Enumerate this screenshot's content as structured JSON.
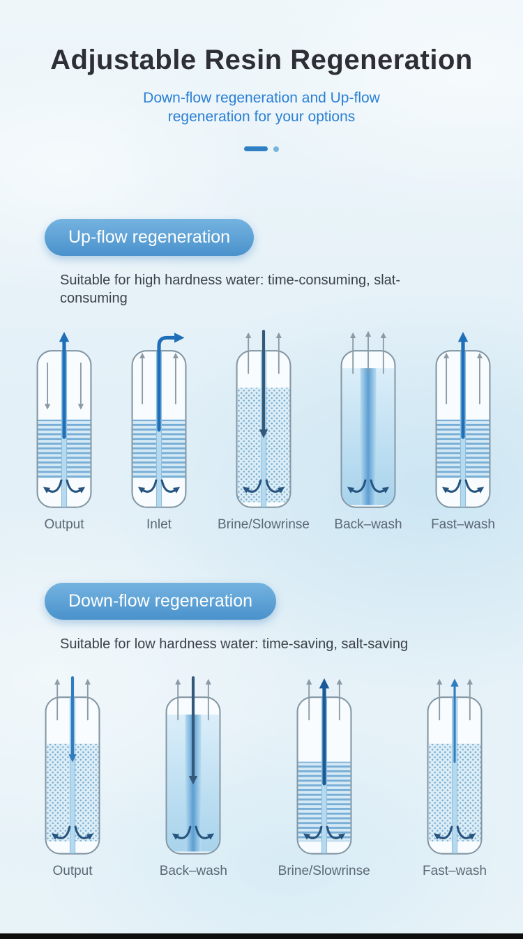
{
  "header": {
    "title": "Adjustable Resin Regeneration",
    "subtitle_line1": "Down-flow regeneration and Up-flow",
    "subtitle_line2": "regeneration for your options"
  },
  "sections": {
    "upflow": {
      "heading": "Up-flow regeneration",
      "description": "Suitable for high hardness water: time-consuming, slat-consuming",
      "tanks": [
        {
          "label": "Output",
          "bed": "stripes",
          "bedTop": 126,
          "bedBottom": 207,
          "tube": true,
          "centerArrow": "up-big",
          "sideArrows": "down",
          "bottomArrows": true
        },
        {
          "label": "Inlet",
          "bed": "stripes",
          "bedTop": 126,
          "bedBottom": 207,
          "tube": true,
          "centerArrow": "elbow",
          "sideArrows": "up",
          "bottomArrows": true
        },
        {
          "label": "Brine/Slowrinse",
          "bed": "dots",
          "bedTop": 82,
          "bedBottom": 240,
          "tube": true,
          "centerArrow": "down-dark",
          "sideArrows": "up-extend",
          "bottomArrows": true
        },
        {
          "label": "Back–wash",
          "bed": "gradient",
          "bedTop": 55,
          "bedBottom": 244,
          "tube": false,
          "centerArrow": "none",
          "sideArrows": "up-extend",
          "extraTopArrow": true,
          "bottomArrows": true
        },
        {
          "label": "Fast–wash",
          "bed": "stripes",
          "bedTop": 126,
          "bedBottom": 207,
          "tube": true,
          "centerArrow": "up-big",
          "sideArrows": "up",
          "bottomArrows": true
        }
      ]
    },
    "downflow": {
      "heading": "Down-flow regeneration",
      "description": "Suitable for low hardness water: time-saving, salt-saving",
      "tanks": [
        {
          "label": "Output",
          "bed": "dots",
          "bedTop": 95,
          "bedBottom": 230,
          "tube": true,
          "centerArrow": "down-blue",
          "sideArrows": "up-extend",
          "bottomArrows": true
        },
        {
          "label": "Back–wash",
          "bed": "gradient",
          "bedTop": 55,
          "bedBottom": 244,
          "tube": false,
          "centerArrow": "down-dark",
          "sideArrows": "up-extend",
          "bottomArrows": true
        },
        {
          "label": "Brine/Slowrinse",
          "bed": "stripes",
          "bedTop": 120,
          "bedBottom": 230,
          "tube": true,
          "centerArrow": "up-dark",
          "sideArrows": "up-extend",
          "bottomArrows": true
        },
        {
          "label": "Fast–wash",
          "bed": "dots",
          "bedTop": 95,
          "bedBottom": 230,
          "tube": true,
          "centerArrow": "up-thin",
          "sideArrows": "up-extend",
          "bottomArrows": true
        }
      ]
    }
  },
  "colors": {
    "title_text": "#2e2e36",
    "subtitle_text": "#2a7fd4",
    "pill_gradient_top": "#74b3e0",
    "pill_gradient_bottom": "#4a92cc",
    "description_text": "#3b4148",
    "label_text": "#5a6874",
    "resin_stripe": "#78aed6",
    "arrow_gray": "#8b9aa6",
    "arrow_blue": "#1e6fb8",
    "bottom_bar": "#0e0e0e"
  }
}
